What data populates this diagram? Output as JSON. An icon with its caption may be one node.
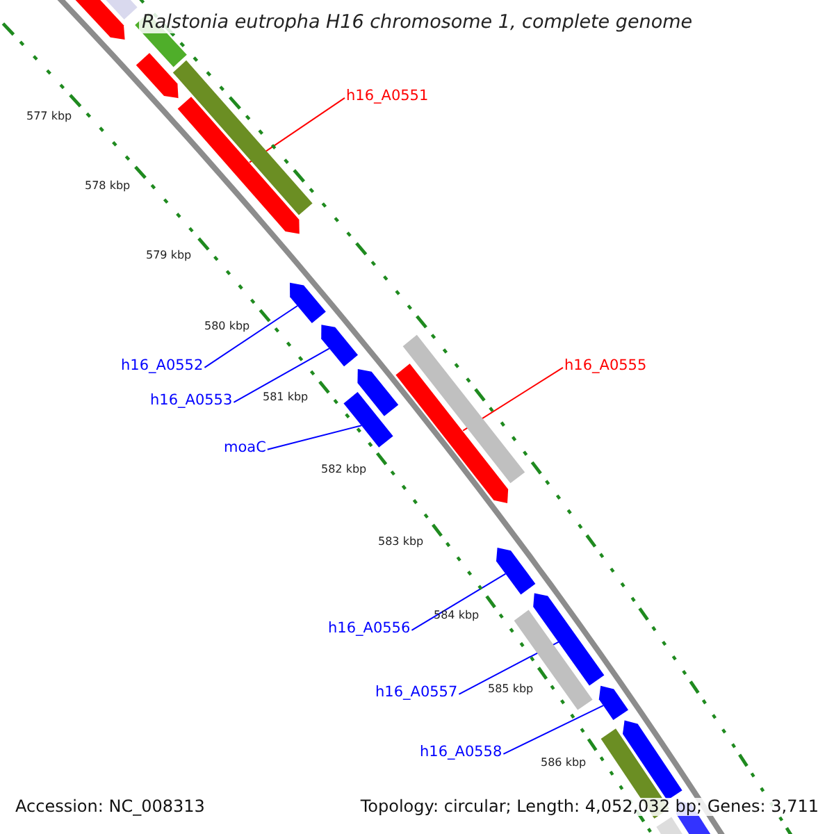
{
  "diagram": {
    "title": "Ralstonia eutropha H16 chromosome 1, complete genome",
    "nodes": [
      {
        "text": [
          "h16_A0551"
        ]
      },
      {
        "text": [
          "h16_A0552"
        ]
      },
      {
        "text": [
          "h16_A0555"
        ]
      },
      {
        "text": [
          "h16_A0553"
        ]
      },
      {
        "text": [
          "moaC"
        ]
      },
      {
        "text": [
          "h16_A0556"
        ]
      },
      {
        "text": [
          "h16_A0557"
        ]
      },
      {
        "text": [
          "h16_A0558"
        ]
      },
      {
        "text": [],
        "shape": "arrow"
      },
      {
        "text": [],
        "shape": "arrow"
      },
      {
        "text": [],
        "shape": "arrow"
      },
      {
        "text": [],
        "shape": "bar"
      },
      {
        "text": [],
        "shape": "arrow"
      },
      {
        "text": [],
        "shape": "arrow"
      },
      {
        "text": [],
        "shape": "arrow"
      },
      {
        "text": [],
        "shape": "arrow"
      },
      {
        "text": [],
        "shape": "bar"
      }
    ],
    "edges": [
      {
        "from": 0,
        "to": 8,
        "arrow": "none",
        "color": "#ff0000"
      },
      {
        "from": 1,
        "to": 9,
        "arrow": "none"
      },
      {
        "from": 2,
        "to": 12,
        "arrow": "none",
        "color": "#ff0000"
      },
      {
        "from": 3,
        "to": 10,
        "arrow": "none"
      },
      {
        "from": 4,
        "to": 11,
        "arrow": "none"
      },
      {
        "from": 5,
        "to": 13,
        "arrow": "none"
      },
      {
        "from": 6,
        "to": 14,
        "arrow": "none"
      },
      {
        "from": 7,
        "to": 15,
        "arrow": "none"
      }
    ],
    "labels": [
      "577 kbp",
      "578 kbp",
      "579 kbp",
      "580 kbp",
      "581 kbp",
      "582 kbp",
      "583 kbp",
      "584 kbp",
      "585 kbp",
      "586 kbp",
      "Accession: NC_008313",
      "Topology: circular; Length: 4,052,032 bp; Genes: 3,711"
    ]
  }
}
